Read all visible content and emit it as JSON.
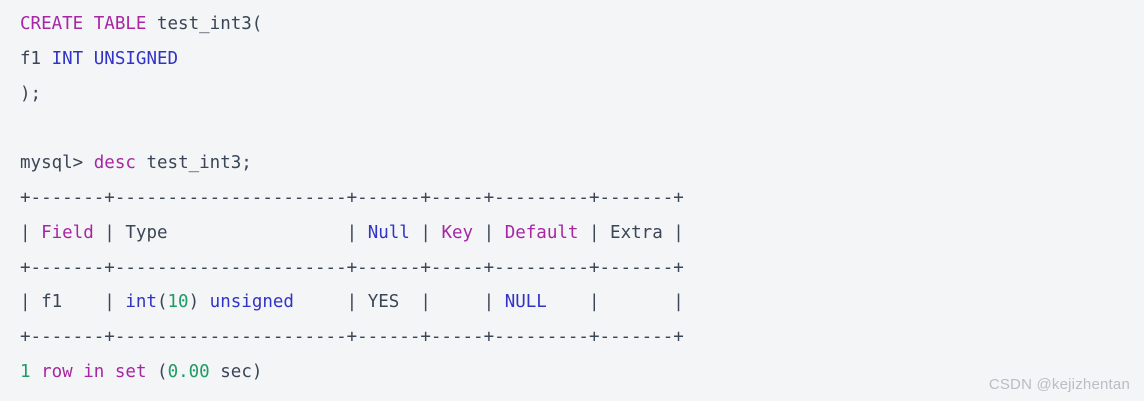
{
  "colors": {
    "pl": "#3a4556",
    "kw": "#a626a4",
    "type": "#3133c6",
    "num": "#1f9c66",
    "background": "#f4f5f6",
    "watermark": "#b9bdc4"
  },
  "code_block": {
    "lines": [
      [
        {
          "c": "kw",
          "t": "CREATE"
        },
        {
          "c": "pl",
          "t": " "
        },
        {
          "c": "kw",
          "t": "TABLE"
        },
        {
          "c": "pl",
          "t": " test_int3("
        }
      ],
      [
        {
          "c": "pl",
          "t": "f1 "
        },
        {
          "c": "type",
          "t": "INT"
        },
        {
          "c": "pl",
          "t": " "
        },
        {
          "c": "type",
          "t": "UNSIGNED"
        }
      ],
      [
        {
          "c": "pl",
          "t": ");"
        }
      ],
      [],
      [
        {
          "c": "pl",
          "t": "mysql> "
        },
        {
          "c": "kw",
          "t": "desc"
        },
        {
          "c": "pl",
          "t": " test_int3;"
        }
      ],
      [
        {
          "c": "pl",
          "t": "+-------+----------------------+------+-----+---------+-------+"
        }
      ],
      [
        {
          "c": "pl",
          "t": "| "
        },
        {
          "c": "kw",
          "t": "Field"
        },
        {
          "c": "pl",
          "t": " | Type                 | "
        },
        {
          "c": "type",
          "t": "Null"
        },
        {
          "c": "pl",
          "t": " | "
        },
        {
          "c": "kw",
          "t": "Key"
        },
        {
          "c": "pl",
          "t": " | "
        },
        {
          "c": "kw",
          "t": "Default"
        },
        {
          "c": "pl",
          "t": " | Extra |"
        }
      ],
      [
        {
          "c": "pl",
          "t": "+-------+----------------------+------+-----+---------+-------+"
        }
      ],
      [
        {
          "c": "pl",
          "t": "| f1    | "
        },
        {
          "c": "type",
          "t": "int"
        },
        {
          "c": "pl",
          "t": "("
        },
        {
          "c": "num",
          "t": "10"
        },
        {
          "c": "pl",
          "t": ") "
        },
        {
          "c": "type",
          "t": "unsigned"
        },
        {
          "c": "pl",
          "t": "     | YES  |     | "
        },
        {
          "c": "type",
          "t": "NULL"
        },
        {
          "c": "pl",
          "t": "    |       |"
        }
      ],
      [
        {
          "c": "pl",
          "t": "+-------+----------------------+------+-----+---------+-------+"
        }
      ],
      [
        {
          "c": "num",
          "t": "1"
        },
        {
          "c": "pl",
          "t": " "
        },
        {
          "c": "kw",
          "t": "row"
        },
        {
          "c": "pl",
          "t": " "
        },
        {
          "c": "kw",
          "t": "in"
        },
        {
          "c": "pl",
          "t": " "
        },
        {
          "c": "kw",
          "t": "set"
        },
        {
          "c": "pl",
          "t": " ("
        },
        {
          "c": "num",
          "t": "0.00"
        },
        {
          "c": "pl",
          "t": " sec)"
        }
      ]
    ]
  },
  "watermark": {
    "text": "CSDN @kejizhentan"
  }
}
